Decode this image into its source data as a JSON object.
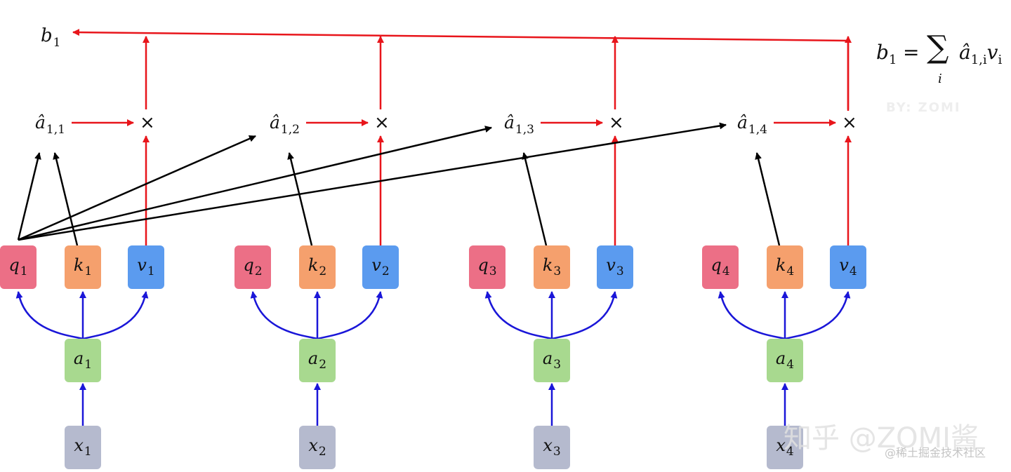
{
  "output": {
    "base": "b",
    "sub": "1"
  },
  "formula": {
    "lhs_base": "b",
    "lhs_sub": "1",
    "equals": "=",
    "sigma": "∑",
    "index": "i",
    "rhs_base": "â",
    "rhs_sub": "1,i",
    "rhs_v": "v",
    "rhs_v_sub": "i"
  },
  "multiply_symbol": "×",
  "groups": [
    {
      "q": {
        "base": "q",
        "sub": "1"
      },
      "k": {
        "base": "k",
        "sub": "1"
      },
      "v": {
        "base": "v",
        "sub": "1"
      },
      "a": {
        "base": "a",
        "sub": "1"
      },
      "x": {
        "base": "x",
        "sub": "1"
      },
      "ahat": {
        "base": "â",
        "sub": "1,1"
      }
    },
    {
      "q": {
        "base": "q",
        "sub": "2"
      },
      "k": {
        "base": "k",
        "sub": "2"
      },
      "v": {
        "base": "v",
        "sub": "2"
      },
      "a": {
        "base": "a",
        "sub": "2"
      },
      "x": {
        "base": "x",
        "sub": "2"
      },
      "ahat": {
        "base": "â",
        "sub": "1,2"
      }
    },
    {
      "q": {
        "base": "q",
        "sub": "3"
      },
      "k": {
        "base": "k",
        "sub": "3"
      },
      "v": {
        "base": "v",
        "sub": "3"
      },
      "a": {
        "base": "a",
        "sub": "3"
      },
      "x": {
        "base": "x",
        "sub": "3"
      },
      "ahat": {
        "base": "â",
        "sub": "1,3"
      }
    },
    {
      "q": {
        "base": "q",
        "sub": "4"
      },
      "k": {
        "base": "k",
        "sub": "4"
      },
      "v": {
        "base": "v",
        "sub": "4"
      },
      "a": {
        "base": "a",
        "sub": "4"
      },
      "x": {
        "base": "x",
        "sub": "4"
      },
      "ahat": {
        "base": "â",
        "sub": "1,4"
      }
    }
  ],
  "colors": {
    "query": "#ec6f86",
    "key": "#f5a06d",
    "value": "#5b9bef",
    "embedding": "#a8d98f",
    "input": "#b5bace",
    "red_arrow": "#e8151b",
    "blue_arrow": "#1a16d8",
    "black_arrow": "#000000"
  },
  "watermarks": {
    "credit": "BY: ZOMI",
    "zhihu": "知乎 @ZOMI酱",
    "juejin": "@稀土掘金技术社区"
  }
}
